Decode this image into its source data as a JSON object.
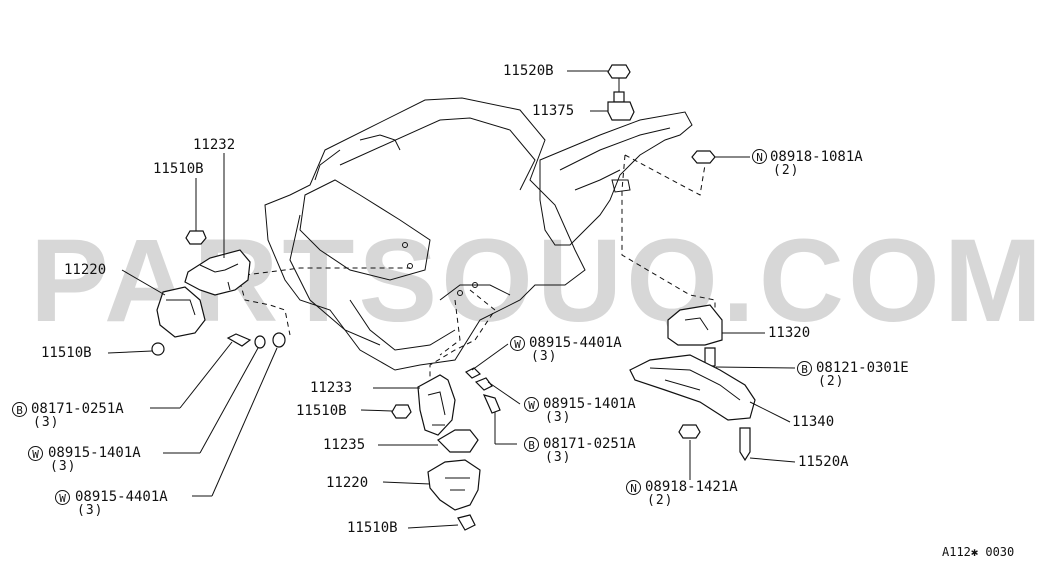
{
  "watermark": "PARTSOUQ.COM",
  "diagram_code": "A112✱ 0030",
  "labels": {
    "p11520B": "11520B",
    "p11375": "11375",
    "p08918_1081A": "08918-1081A",
    "p08918_1081A_qty": "(2)",
    "p11232": "11232",
    "p11510B_top": "11510B",
    "p11220_left": "11220",
    "p11510B_left": "11510B",
    "p08171_0251A_left": "08171-0251A",
    "p08171_0251A_left_qty": "(3)",
    "p08915_1401A_left": "08915-1401A",
    "p08915_1401A_left_qty": "(3)",
    "p08915_4401A_left": "08915-4401A",
    "p08915_4401A_left_qty": "(3)",
    "p11320": "11320",
    "p08121_0301E": "08121-0301E",
    "p08121_0301E_qty": "(2)",
    "p11340": "11340",
    "p11520A": "11520A",
    "p08918_1421A": "08918-1421A",
    "p08918_1421A_qty": "(2)",
    "p08915_4401A_mid": "08915-4401A",
    "p08915_4401A_mid_qty": "(3)",
    "p08915_1401A_mid": "08915-1401A",
    "p08915_1401A_mid_qty": "(3)",
    "p08171_0251A_mid": "08171-0251A",
    "p08171_0251A_mid_qty": "(3)",
    "p11233": "11233",
    "p11510B_mid": "11510B",
    "p11235": "11235",
    "p11220_mid": "11220",
    "p11510B_bottom": "11510B"
  },
  "badges": {
    "n": "N",
    "w": "W",
    "b": "B"
  }
}
